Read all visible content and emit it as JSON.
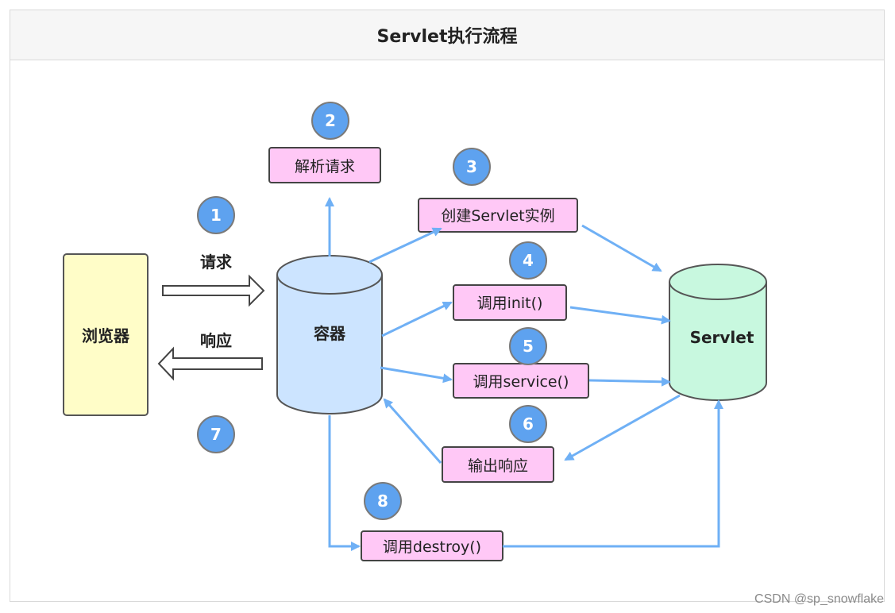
{
  "title": "Servlet执行流程",
  "watermark": "CSDN @sp_snowflake",
  "colors": {
    "arrow": "#6fb0f5",
    "badge": "#5ea2ef",
    "step_box": "#ffc8f6",
    "browser": "#fffdc8",
    "container": "#cce4ff",
    "servlet": "#c8f8df",
    "stroke": "#555555"
  },
  "nodes": {
    "browser": "浏览器",
    "container": "容器",
    "servlet": "Servlet"
  },
  "steps": {
    "parse": "解析请求",
    "create": "创建Servlet实例",
    "init": "调用init()",
    "service": "调用service()",
    "output": "输出响应",
    "destroy": "调用destroy()"
  },
  "labels": {
    "request": "请求",
    "response": "响应"
  },
  "badges": [
    "1",
    "2",
    "3",
    "4",
    "5",
    "6",
    "7",
    "8"
  ]
}
